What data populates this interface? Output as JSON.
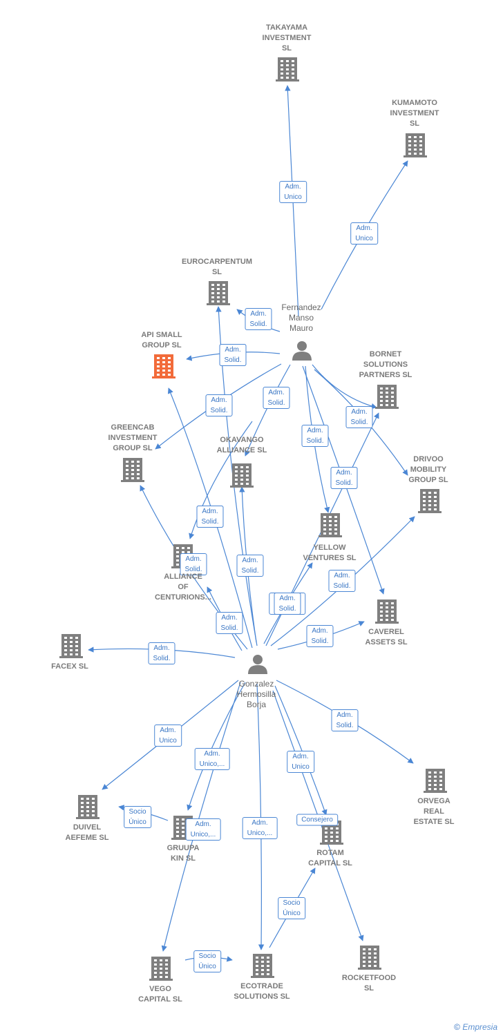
{
  "colors": {
    "edge": "#4a86d4",
    "building": "#7f7f7f",
    "highlight": "#f26b3a",
    "person": "#7f7f7f"
  },
  "persons": [
    {
      "id": "fernandez",
      "label": "Fernandez\nManso\nMauro",
      "icon": "person-icon"
    },
    {
      "id": "gonzalez",
      "label": "Gonzalez\nHermosilla\nBorja",
      "icon": "person-icon"
    }
  ],
  "companies": [
    {
      "id": "takayama",
      "label": "TAKAYAMA\nINVESTMENT\nSL",
      "icon": "building-icon"
    },
    {
      "id": "kumamoto",
      "label": "KUMAMOTO\nINVESTMENT\nSL",
      "icon": "building-icon"
    },
    {
      "id": "eurocarpentum",
      "label": "EUROCARPENTUM\nSL",
      "icon": "building-icon"
    },
    {
      "id": "api",
      "label": "API SMALL\nGROUP SL",
      "icon": "building-icon",
      "highlight": true
    },
    {
      "id": "bornet",
      "label": "BORNET\nSOLUTIONS\nPARTNERS SL",
      "icon": "building-icon"
    },
    {
      "id": "greencab",
      "label": "GREENCAB\nINVESTMENT\nGROUP SL",
      "icon": "building-icon"
    },
    {
      "id": "okavango",
      "label": "OKAVANGO\nALLIANCE SL",
      "icon": "building-icon"
    },
    {
      "id": "drivoo",
      "label": "DRIVOO\nMOBILITY\nGROUP SL",
      "icon": "building-icon"
    },
    {
      "id": "yellow",
      "label": "YELLOW\nVENTURES SL",
      "icon": "building-icon"
    },
    {
      "id": "alliance",
      "label": "ALLIANCE\nOF\nCENTURIONS...",
      "icon": "building-icon"
    },
    {
      "id": "caverel",
      "label": "CAVEREL\nASSETS SL",
      "icon": "building-icon"
    },
    {
      "id": "facex",
      "label": "FACEX SL",
      "icon": "building-icon"
    },
    {
      "id": "orvega",
      "label": "ORVEGA\nREAL\nESTATE SL",
      "icon": "building-icon"
    },
    {
      "id": "duivel",
      "label": "DUIVEL\nAEFEME SL",
      "icon": "building-icon"
    },
    {
      "id": "gruupakin",
      "label": "GRUUPA\nKIN SL",
      "icon": "building-icon"
    },
    {
      "id": "rotam",
      "label": "ROTAM\nCAPITAL SL",
      "icon": "building-icon"
    },
    {
      "id": "vego",
      "label": "VEGO\nCAPITAL SL",
      "icon": "building-icon"
    },
    {
      "id": "ecotrade",
      "label": "ECOTRADE\nSOLUTIONS SL",
      "icon": "building-icon"
    },
    {
      "id": "rocketfood",
      "label": "ROCKETFOOD\nSL",
      "icon": "building-icon"
    }
  ],
  "edges": [
    {
      "from": "fernandez",
      "to": "takayama",
      "label": "Adm.\nUnico"
    },
    {
      "from": "fernandez",
      "to": "kumamoto",
      "label": "Adm.\nUnico"
    },
    {
      "from": "fernandez",
      "to": "eurocarpentum",
      "label": "Adm.\nSolid."
    },
    {
      "from": "fernandez",
      "to": "api",
      "label": "Adm.\nSolid."
    },
    {
      "from": "fernandez",
      "to": "greencab",
      "label": "Adm.\nSolid."
    },
    {
      "from": "fernandez",
      "to": "okavango",
      "label": "Adm.\nSolid."
    },
    {
      "from": "fernandez",
      "to": "bornet",
      "label": "Adm.\nSolid."
    },
    {
      "from": "fernandez",
      "to": "drivoo",
      "label": "Adm.\nSolid."
    },
    {
      "from": "fernandez",
      "to": "yellow",
      "label": "Adm.\nSolid."
    },
    {
      "from": "fernandez",
      "to": "caverel",
      "label": "Adm.\nSolid."
    },
    {
      "from": "fernandez",
      "to": "alliance",
      "label": "Adm.\nSolid."
    },
    {
      "from": "gonzalez",
      "to": "okavango",
      "label": "Adm.\nSolid."
    },
    {
      "from": "gonzalez",
      "to": "eurocarpentum",
      "label": "Adm.\nSolid."
    },
    {
      "from": "gonzalez",
      "to": "api",
      "label": "Adm.\nSolid."
    },
    {
      "from": "gonzalez",
      "to": "greencab",
      "label": "Adm.\nSolid."
    },
    {
      "from": "gonzalez",
      "to": "alliance",
      "label": "Adm.\nSolid."
    },
    {
      "from": "gonzalez",
      "to": "yellow",
      "label": "Consej. ,\nSecr."
    },
    {
      "from": "gonzalez",
      "to": "bornet",
      "label": "Adm.\nSolid."
    },
    {
      "from": "gonzalez",
      "to": "drivoo",
      "label": "Adm.\nSolid."
    },
    {
      "from": "gonzalez",
      "to": "caverel",
      "label": "Adm.\nSolid."
    },
    {
      "from": "gonzalez",
      "to": "facex",
      "label": "Adm.\nSolid."
    },
    {
      "from": "gonzalez",
      "to": "orvega",
      "label": "Adm.\nSolid."
    },
    {
      "from": "gonzalez",
      "to": "duivel",
      "label": "Adm.\nUnico"
    },
    {
      "from": "gonzalez",
      "to": "gruupakin",
      "label": "Adm.\nUnico,..."
    },
    {
      "from": "gonzalez",
      "to": "vego",
      "label": "Adm.\nUnico,..."
    },
    {
      "from": "gonzalez",
      "to": "ecotrade",
      "label": "Adm.\nUnico,..."
    },
    {
      "from": "gonzalez",
      "to": "rotam",
      "label": "Adm.\nUnico"
    },
    {
      "from": "gonzalez",
      "to": "rocketfood",
      "label": "Consejero"
    },
    {
      "from": "gruupakin",
      "to": "duivel",
      "label": "Socio\nÚnico"
    },
    {
      "from": "vego",
      "to": "ecotrade",
      "label": "Socio\nÚnico"
    },
    {
      "from": "ecotrade",
      "to": "rotam",
      "label": "Socio\nÚnico"
    }
  ],
  "brand": {
    "copyright": "©",
    "name": "Empresia"
  }
}
